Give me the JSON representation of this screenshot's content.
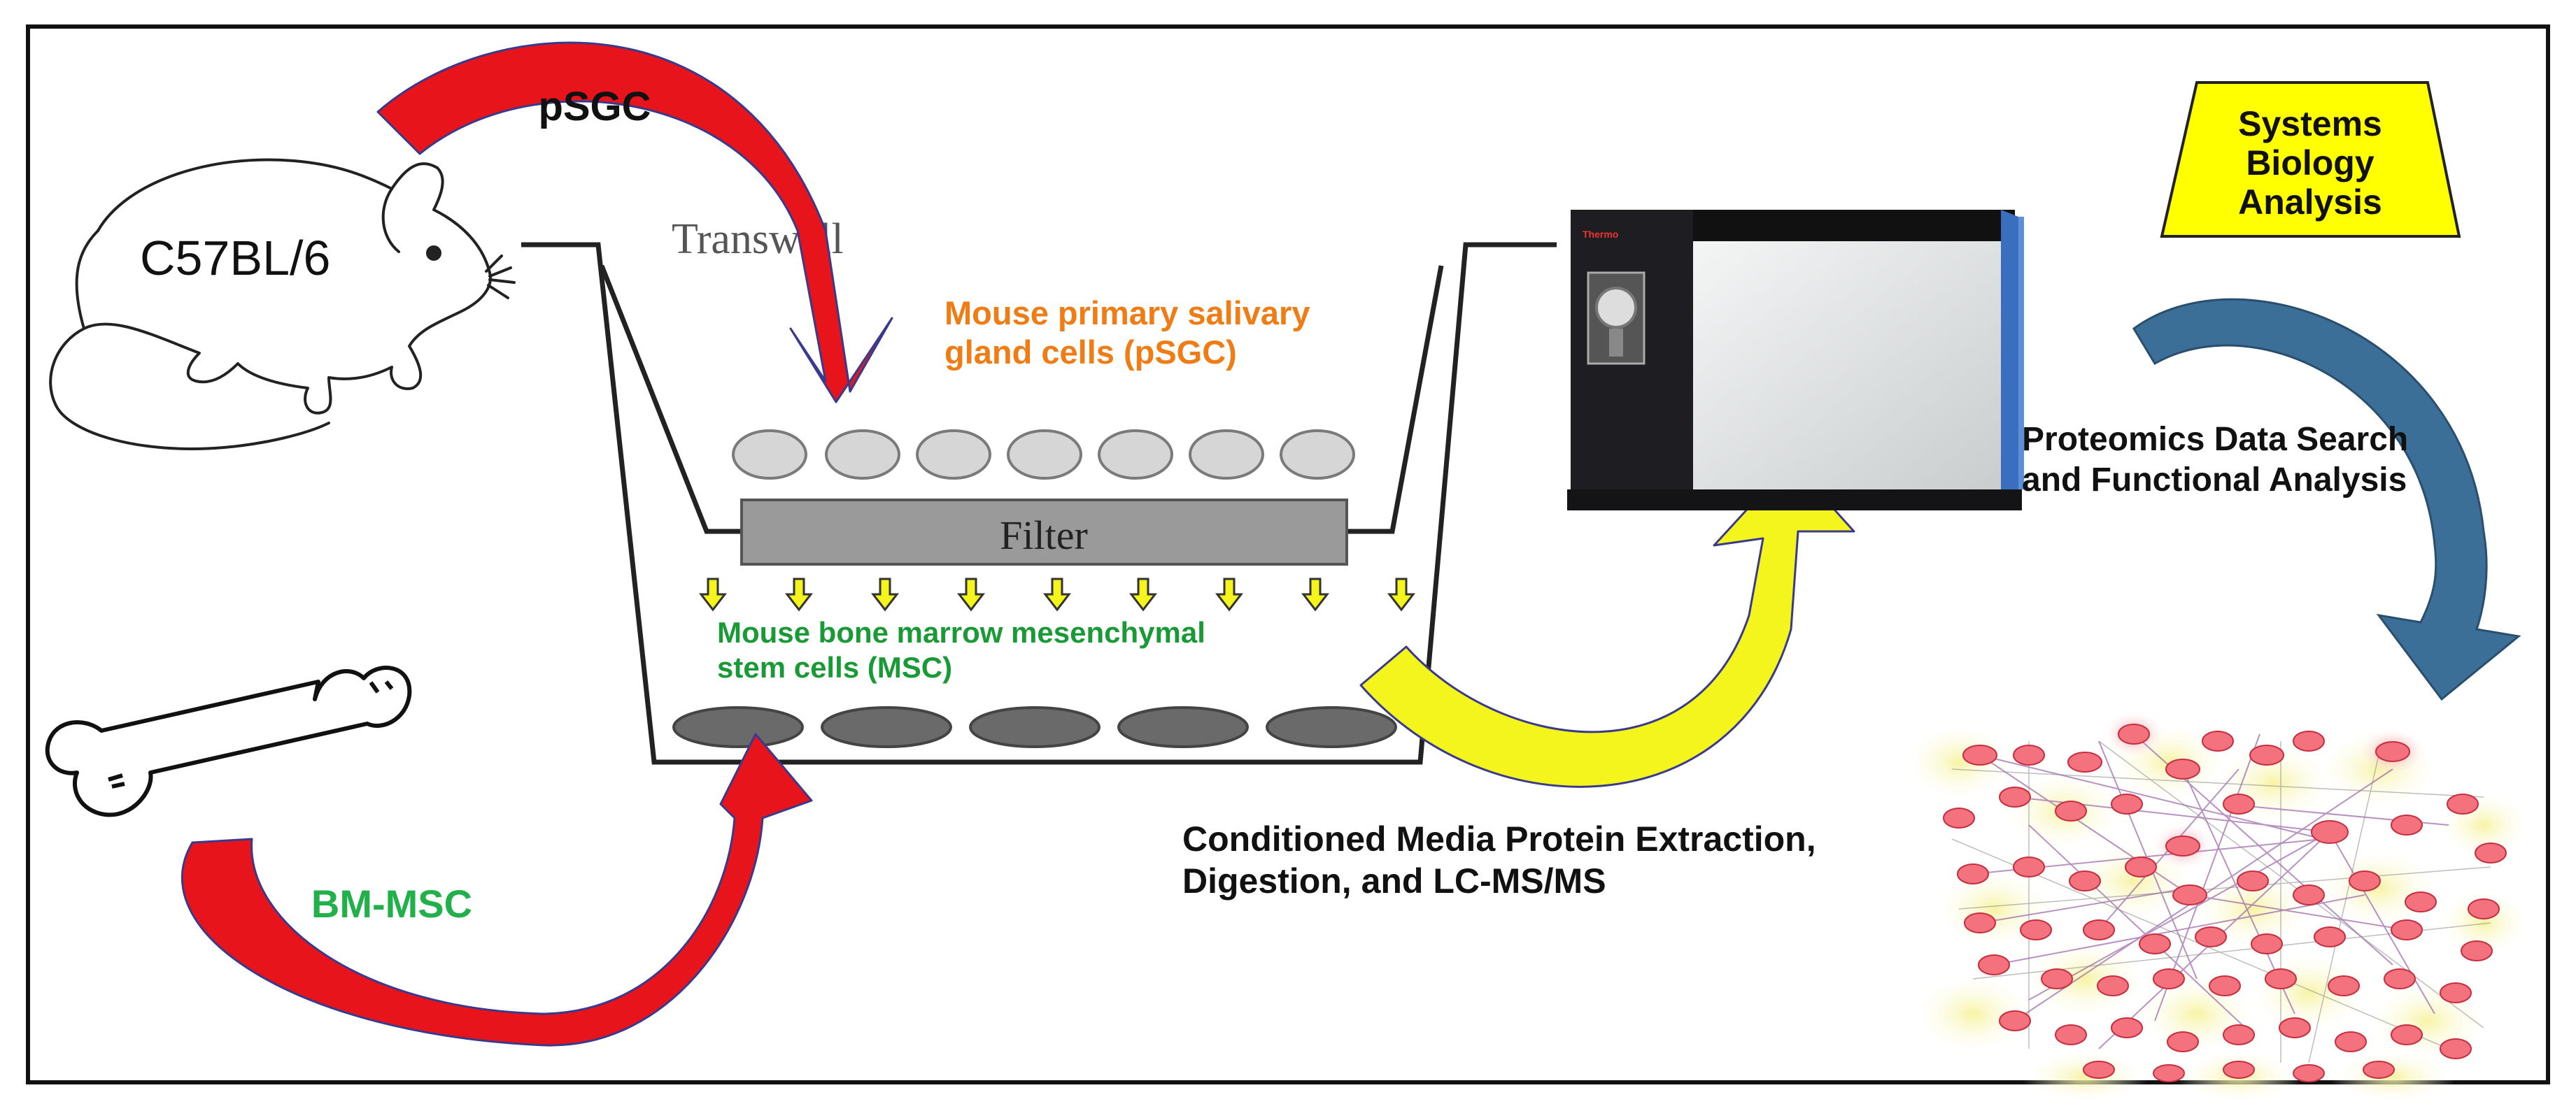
{
  "labels": {
    "mouse_strain": "C57BL/6",
    "psgc_arrow": "pSGC",
    "bmmsc_arrow": "BM-MSC",
    "transwell": "Transwell",
    "filter": "Filter",
    "psgc_cells_line1": "Mouse primary salivary",
    "psgc_cells_line2": "gland cells (pSGC)",
    "msc_cells_line1": "Mouse bone marrow mesenchymal",
    "msc_cells_line2": "stem cells (MSC)",
    "lcms_line1": "Conditioned Media Protein Extraction,",
    "lcms_line2": "Digestion, and LC-MS/MS",
    "proteomics_line1": "Proteomics Data Search",
    "proteomics_line2": "and Functional Analysis",
    "systems_line1": "Systems",
    "systems_line2": "Biology",
    "systems_line3": "Analysis",
    "instrument_brand": "Thermo"
  },
  "colors": {
    "psgc_text": "#f07c16",
    "msc_text": "#1a9a36",
    "bmmsc_text": "#22b04a",
    "red_arrow": "#e8141b",
    "yellow_arrow": "#f5f51e",
    "blue_arrow": "#3b6f97",
    "systems_box": "#ffff00"
  }
}
